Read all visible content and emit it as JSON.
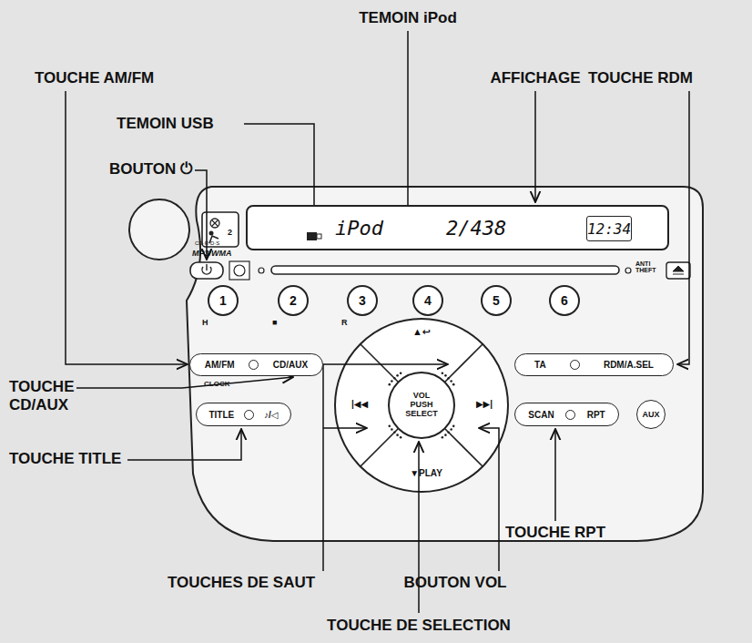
{
  "diagram": {
    "nodes": [
      {
        "text": [
          "iPod",
          "2/438"
        ]
      },
      {
        "text": [
          "12:34"
        ],
        "in": 0
      },
      {
        "text": [
          "1",
          "H"
        ]
      },
      {
        "text": [
          "2",
          "■"
        ]
      },
      {
        "text": [
          "3",
          "R"
        ]
      },
      {
        "text": [
          "4"
        ]
      },
      {
        "text": [
          "5"
        ]
      },
      {
        "text": [
          "6"
        ]
      },
      {
        "text": [
          "AM/FM",
          "CD/AUX"
        ]
      },
      {
        "text": [
          "TITLE",
          "♪/◁"
        ]
      },
      {
        "text": [
          "TA",
          "RDM/A.SEL"
        ]
      },
      {
        "text": [
          "SCAN",
          "RPT"
        ]
      },
      {
        "text": [
          "AUX"
        ]
      },
      {
        "text": [
          "VOL PUSH SELECT"
        ]
      }
    ],
    "labels": [
      "TOUCHE AM/FM",
      "TEMOIN iPod",
      "TEMOIN USB",
      "BOUTON ⏻",
      "TOUCHE RDM",
      "AFFICHAGE",
      "TOUCHE CD/AUX",
      "TOUCHE TITLE",
      "TOUCHE RPT",
      "TOUCHES DE SAUT",
      "BOUTON VOL",
      "TOUCHE DE SELECTION",
      "CD·R·D·S",
      "MP3/WMA",
      "ANTI THEFT",
      "CLOCK",
      "▲↩",
      "▼PLAY",
      "|◀◀",
      "▶▶|",
      "2"
    ]
  }
}
